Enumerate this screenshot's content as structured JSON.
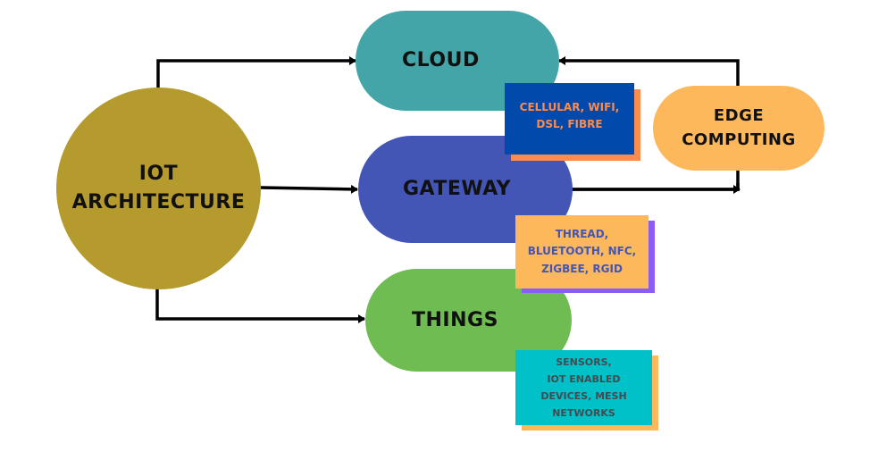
{
  "title": "IoT Architecture Diagram",
  "root": {
    "label": "IOT\nARCHITECTURE",
    "color": "#b59a2e"
  },
  "nodes": {
    "cloud": {
      "label": "CLOUD",
      "color": "#44a5a8"
    },
    "gateway": {
      "label": "GATEWAY",
      "color": "#4355b5"
    },
    "things": {
      "label": "THINGS",
      "color": "#6fbc52"
    },
    "edge": {
      "label": "EDGE\nCOMPUTING",
      "color": "#fdb85c"
    }
  },
  "boxes": {
    "cloud_protocols": {
      "text": "CELLULAR, WIFI,\n DSL,  FIBRE",
      "bg": "#0149ab",
      "shadow": "#fc8b4d",
      "text_color": "#fc8b4d"
    },
    "gateway_protocols": {
      "text": "THREAD,\nBLUETOOTH, NFC,\nZIGBEE, RGID",
      "bg": "#fdb85c",
      "shadow": "#8b5cf6",
      "text_color": "#4355b5"
    },
    "things_examples": {
      "text": "SENSORS,\nIOT ENABLED\nDEVICES, MESH\nNETWORKS",
      "bg": "#00c0c8",
      "shadow": "#fdb85c",
      "text_color": "#444a4f"
    }
  },
  "connectors": [
    {
      "from": "root",
      "to": "cloud"
    },
    {
      "from": "root",
      "to": "gateway"
    },
    {
      "from": "root",
      "to": "things"
    },
    {
      "from": "gateway",
      "to": "edge"
    },
    {
      "from": "edge",
      "to": "cloud"
    }
  ]
}
